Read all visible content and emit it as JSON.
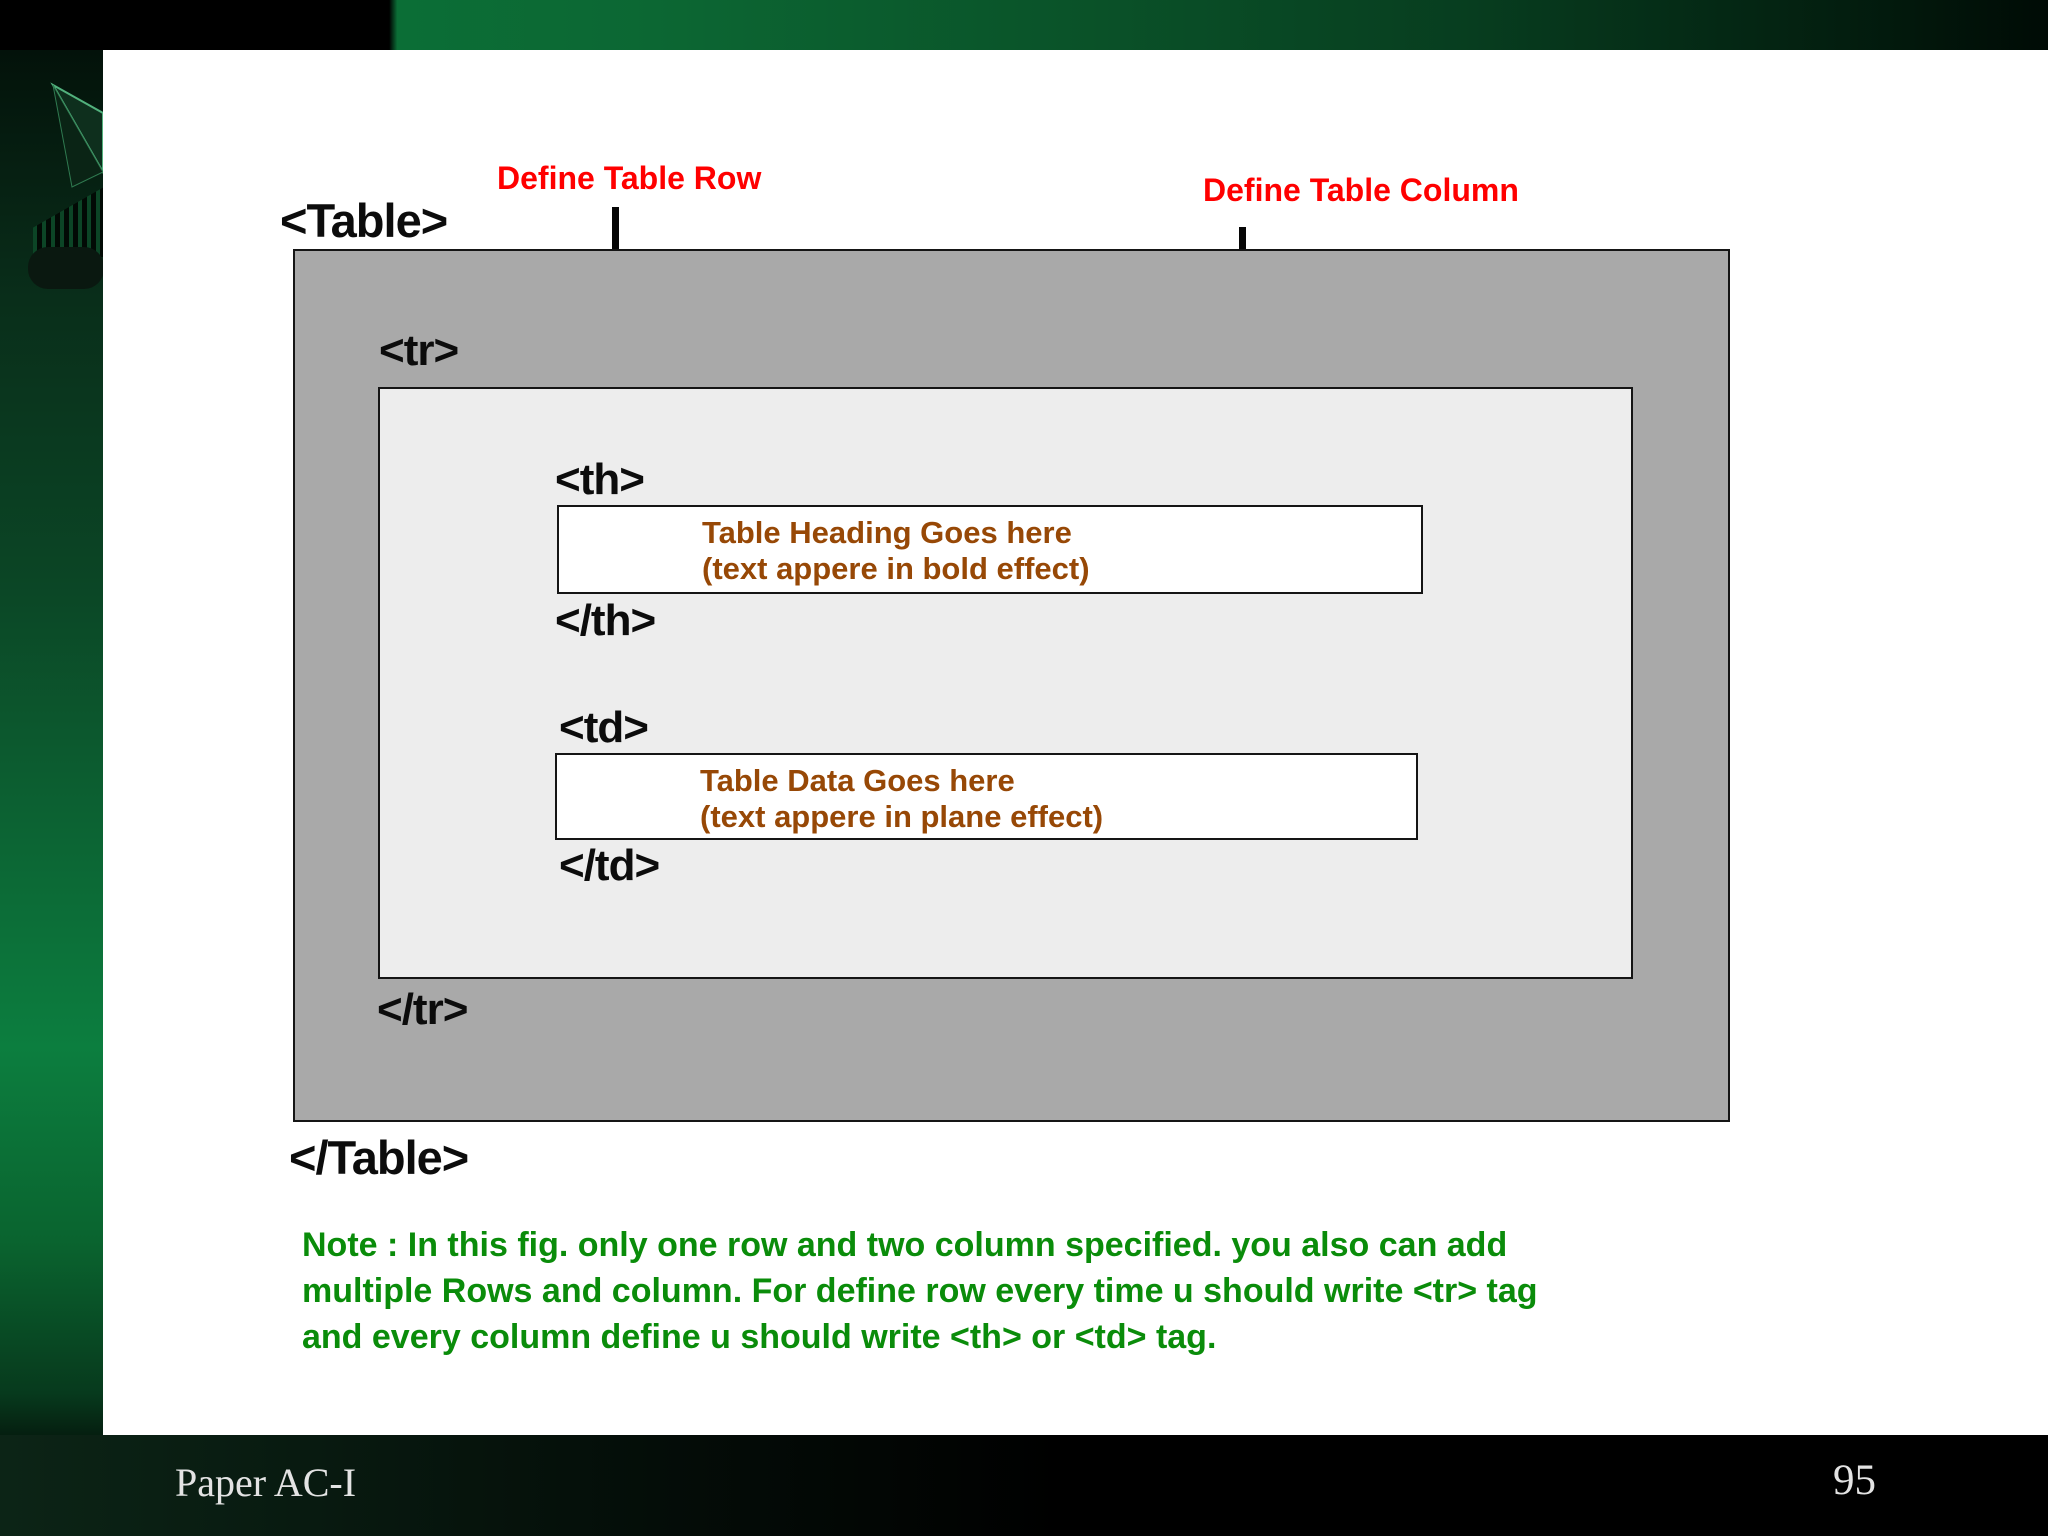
{
  "slide": {
    "labels": {
      "define_row": "Define Table Row",
      "define_col": "Define Table Column"
    },
    "tags": {
      "table_open": "<Table>",
      "tr_open": "<tr>",
      "th_open": "<th>",
      "th_close": "</th>",
      "td_open": "<td>",
      "td_close": "</td>",
      "tr_close": "</tr>",
      "table_close": "</Table>"
    },
    "th_box": {
      "line1": "Table Heading Goes here",
      "line2": "(text appere in bold effect)"
    },
    "td_box": {
      "line1": "Table Data Goes here",
      "line2": "(text appere in plane effect)"
    },
    "note": {
      "lines": [
        "Note : In this fig. only one row and two column specified. you also can add",
        "multiple Rows and column. For define row every time u should write <tr> tag",
        "and every column define u should write <th> or <td> tag."
      ]
    }
  },
  "footer": {
    "left": "Paper AC-I",
    "page_number": "95"
  },
  "colors": {
    "label_red": "#ff0000",
    "note_green": "#0a8c0a",
    "cell_text_brown": "#974806",
    "table_gray": "#a9a9a9",
    "row_light_gray": "#ededed",
    "background_green": "#0c7e3f",
    "slide_white": "#ffffff"
  }
}
